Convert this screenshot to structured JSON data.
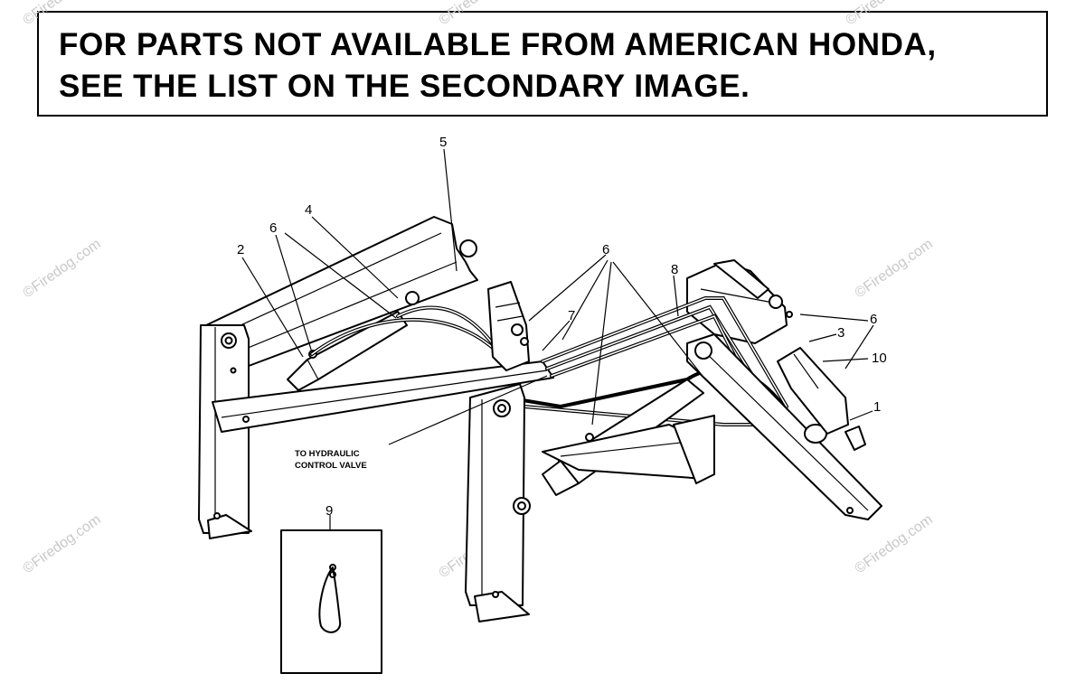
{
  "notice": {
    "line1": "FOR PARTS NOT AVAILABLE FROM AMERICAN HONDA,",
    "line2": "SEE THE LIST ON THE SECONDARY IMAGE."
  },
  "callouts": {
    "c1": "1",
    "c2": "2",
    "c3": "3",
    "c4": "4",
    "c5": "5",
    "c6a": "6",
    "c6b": "6",
    "c6c": "6",
    "c7": "7",
    "c8": "8",
    "c9": "9",
    "c10": "10"
  },
  "annotation": {
    "line1": "TO HYDRAULIC",
    "line2": "CONTROL VALVE"
  },
  "watermark": "©Firedog.com",
  "colors": {
    "ink": "#000000",
    "paper": "#ffffff",
    "watermark": "#c8c8c8"
  }
}
